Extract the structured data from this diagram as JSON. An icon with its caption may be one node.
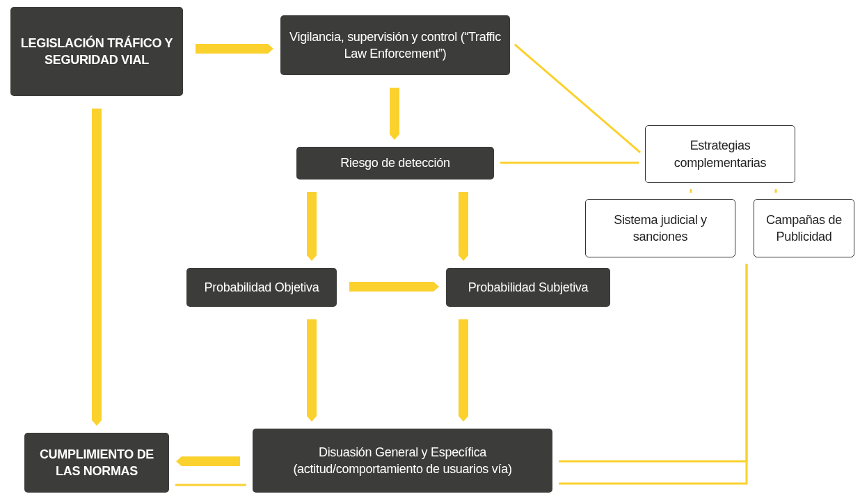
{
  "diagram": {
    "nodes": [
      {
        "text": [
          "LEGISLACIÓN TRÁFICO Y SEGURIDAD VIAL"
        ]
      },
      {
        "text": [
          "Vigilancia, supervisión y control (“Traffic Law Enforcement”)"
        ]
      },
      {
        "text": [
          "Riesgo de detección"
        ]
      },
      {
        "text": [
          "Estrategias complementarias"
        ]
      },
      {
        "text": [
          "Sistema judicial y sanciones"
        ]
      },
      {
        "text": [
          "Campañas de Publicidad"
        ]
      },
      {
        "text": [
          "Probabilidad Objetiva"
        ]
      },
      {
        "text": [
          "Probabilidad Subjetiva"
        ]
      },
      {
        "text": [
          "Disuasión General y Específica (actitud/comportamiento de usuarios vía)"
        ]
      },
      {
        "text": [
          "CUMPLIMIENTO DE LAS NORMAS"
        ]
      }
    ],
    "edges": [
      {
        "from": 0,
        "to": 1,
        "arrow": "to"
      },
      {
        "from": 0,
        "to": 9,
        "arrow": "to"
      },
      {
        "from": 1,
        "to": 2,
        "arrow": "to"
      },
      {
        "from": 2,
        "to": 6,
        "arrow": "to"
      },
      {
        "from": 2,
        "to": 7,
        "arrow": "to"
      },
      {
        "from": 6,
        "to": 7,
        "arrow": "to"
      },
      {
        "from": 6,
        "to": 8,
        "arrow": "to"
      },
      {
        "from": 7,
        "to": 8,
        "arrow": "to"
      },
      {
        "from": 8,
        "to": 9,
        "arrow": "to"
      },
      {
        "from": 8,
        "to": 9,
        "arrow": "none"
      },
      {
        "from": 1,
        "to": 3,
        "arrow": "none"
      },
      {
        "from": 2,
        "to": 3,
        "arrow": "none"
      },
      {
        "from": 3,
        "to": 4,
        "arrow": "none"
      },
      {
        "from": 3,
        "to": 5,
        "arrow": "none"
      },
      {
        "from": 5,
        "to": 8,
        "arrow": "none"
      },
      {
        "from": 5,
        "to": 8,
        "arrow": "none"
      }
    ]
  }
}
